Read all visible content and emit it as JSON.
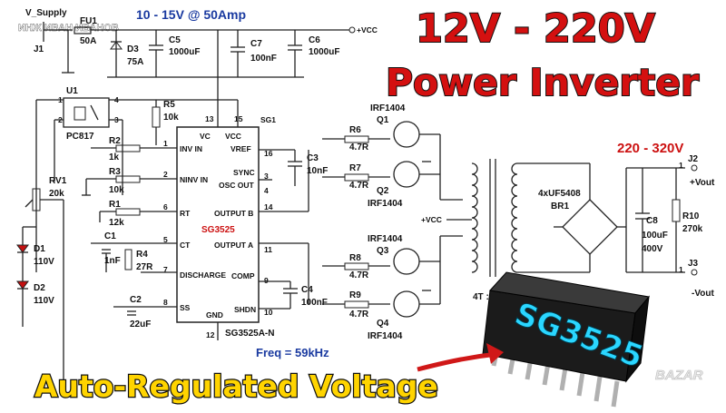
{
  "header": {
    "supply_label": "V_Supply",
    "overlay_text": "ИНЖ ИВАН ИВАНОВ",
    "supply_spec": "10 - 15V @ 50Amp"
  },
  "title": {
    "line1": "12V - 220V",
    "line2": "Power Inverter",
    "color_red": "#d41010",
    "color_yellow": "#ffd400"
  },
  "output": {
    "range": "220 - 320V",
    "vout_pos": "+Vout",
    "vout_neg": "-Vout",
    "j2": "J2",
    "j3": "J3",
    "pin1": "1"
  },
  "components": {
    "j1": "J1",
    "fu1": "FU1",
    "fu1_val": "50A",
    "d3": "D3",
    "d3_val": "75A",
    "c5": "C5",
    "c5_val": "1000uF",
    "c7": "C7",
    "c7_val": "100nF",
    "c6": "C6",
    "c6_val": "1000uF",
    "vcc": "+VCC",
    "u1": "U1",
    "u1_part": "PC817",
    "r5": "R5",
    "r5_val": "10k",
    "r2": "R2",
    "r2_val": "1k",
    "r3": "R3",
    "r3_val": "10k",
    "r1": "R1",
    "r1_val": "12k",
    "rv1": "RV1",
    "rv1_val": "20k",
    "d1": "D1",
    "d1_val": "110V",
    "d2": "D2",
    "d2_val": "110V",
    "c1": "C1",
    "c1_val": "1nF",
    "r4": "R4",
    "r4_val": "27R",
    "c2": "C2",
    "c2_val": "22uF",
    "c3": "C3",
    "c3_val": "10nF",
    "c4": "C4",
    "c4_val": "100nF",
    "r6": "R6",
    "r6_val": "4.7R",
    "r7": "R7",
    "r7_val": "4.7R",
    "r8": "R8",
    "r8_val": "4.7R",
    "r9": "R9",
    "r9_val": "4.7R",
    "q1": "Q1",
    "q2": "Q2",
    "q3": "Q3",
    "q4": "Q4",
    "mosfet": "IRF1404",
    "bridge": "4xUF5408",
    "br1": "BR1",
    "c8": "C8",
    "c8_val1": "100uF",
    "c8_val2": "400V",
    "r10": "R10",
    "r10_val": "270k",
    "transformer_ratio": "4T : 4",
    "sg1": "SG1"
  },
  "ic": {
    "name": "SG3525",
    "part": "SG3525A-N",
    "pins_left": [
      {
        "name": "INV IN",
        "num": "1"
      },
      {
        "name": "NINV IN",
        "num": "2"
      },
      {
        "name": "RT",
        "num": "6"
      },
      {
        "name": "CT",
        "num": "5"
      },
      {
        "name": "DISCHARGE",
        "num": "7"
      },
      {
        "name": "SS",
        "num": "8"
      }
    ],
    "pins_right": [
      {
        "name": "VREF",
        "num": "16"
      },
      {
        "name": "SYNC",
        "num": "3"
      },
      {
        "name": "OSC OUT",
        "num": "4"
      },
      {
        "name": "OUTPUT B",
        "num": "14"
      },
      {
        "name": "OUTPUT A",
        "num": "11"
      },
      {
        "name": "COMP",
        "num": "9"
      },
      {
        "name": "SHDN",
        "num": "10"
      }
    ],
    "top_pins": [
      {
        "name": "VC",
        "num": "13"
      },
      {
        "name": "VCC",
        "num": "15"
      }
    ],
    "gnd": "GND",
    "gnd_num": "12"
  },
  "freq": "Freq = 59kHz",
  "chip": {
    "label": "SG3525"
  },
  "banner": {
    "text": "Auto-Regulated Voltage"
  },
  "watermark": "BAZAR"
}
